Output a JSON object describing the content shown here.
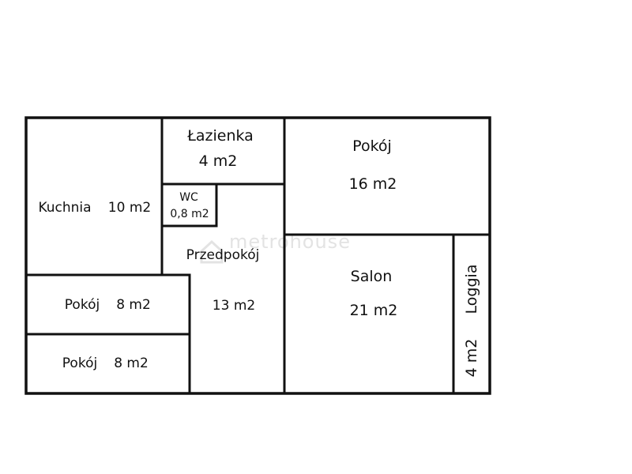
{
  "rooms": {
    "lazienka": {
      "name": "Łazienka",
      "area": "4 m2"
    },
    "wc": {
      "name": "WC",
      "area": "0,8 m2"
    },
    "pokoj_top": {
      "name": "Pokój",
      "area": "16 m2"
    },
    "kuchnia": {
      "name": "Kuchnia",
      "area": "10 m2"
    },
    "przedpokoj": {
      "name": "Przedpokój",
      "area": "13 m2"
    },
    "salon": {
      "name": "Salon",
      "area": "21 m2"
    },
    "loggia": {
      "name": "Loggia",
      "area": "4 m2"
    },
    "pokoj_left_1": {
      "name": "Pokój",
      "area": "8 m2"
    },
    "pokoj_left_2": {
      "name": "Pokój",
      "area": "8 m2"
    }
  },
  "watermark": "metrohouse",
  "colors": {
    "wall": "#111111",
    "background": "#ffffff",
    "watermark": "#e3e3e3"
  }
}
